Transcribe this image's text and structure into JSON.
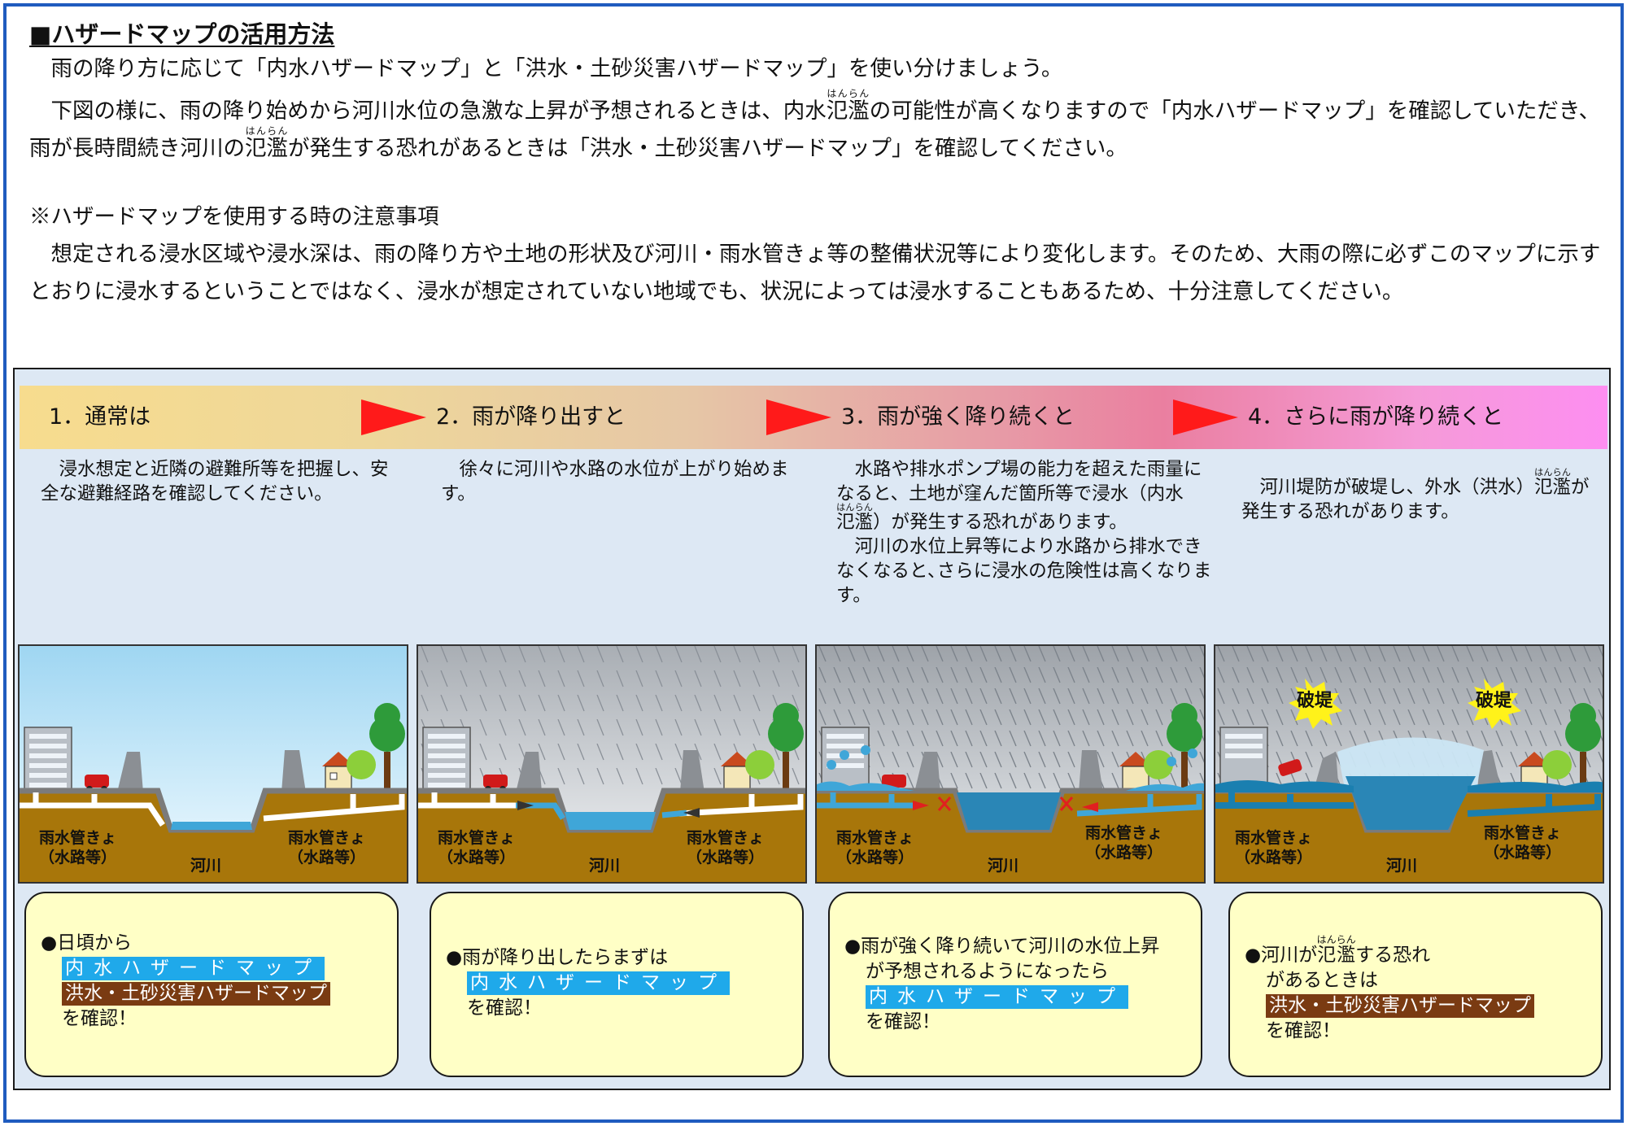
{
  "document": {
    "title": "■ハザードマップの活用方法",
    "p1": "雨の降り方に応じて「内水ハザードマップ」と「洪水・土砂災害ハザードマップ」を使い分けましょう。",
    "p2_a": "下図の様に、雨の降り始めから河川水位の急激な上昇が予想されるときは、内水",
    "p2_ruby1_base": "氾濫",
    "p2_ruby1_text": "はんらん",
    "p2_b": "の可能性が高くなりますので「内水ハザードマップ」を確認していただき、雨が長時間続き河川の",
    "p2_ruby2_base": "氾濫",
    "p2_ruby2_text": "はんらん",
    "p2_c": "が発生する恐れがあるときは「洪水・土砂災害ハザードマップ」を確認してください。",
    "note_title": "※ハザードマップを使用する時の注意事項",
    "note_body": "想定される浸水区域や浸水深は、雨の降り方や土地の形状及び河川・雨水管きょ等の整備状況等により変化します。そのため、大雨の際に必ずこのマップに示すとおりに浸水するということではなく、浸水が想定されていない地域でも、状況によっては浸水することもあるため、十分注意してください。"
  },
  "stages": [
    {
      "label": "1．通常は",
      "desc": "浸水想定と近隣の避難所等を把握し、安全な避難経路を確認してください。",
      "box_intro": "●日頃から",
      "box_tag1": "内水ハザードマップ",
      "box_tag2": "洪水・土砂災害ハザードマップ",
      "box_end": "を確認！"
    },
    {
      "label": "2．雨が降り出すと",
      "desc": "徐々に河川や水路の水位が上がり始めます。",
      "box_intro": "●雨が降り出したらまずは",
      "box_tag1": "内水ハザードマップ",
      "box_end": "を確認！"
    },
    {
      "label": "3．雨が強く降り続くと",
      "desc1_a": "水路や排水ポンプ場の能力を超えた雨量になると、土地が窪んだ箇所等で浸水（内水",
      "desc1_ruby_base": "氾濫",
      "desc1_ruby_text": "はんらん",
      "desc1_b": "）が発生する恐れがあります。",
      "desc2": "河川の水位上昇等により水路から排水できなくなると､さらに浸水の危険性は高くなります。",
      "box_intro": "●雨が強く降り続いて河川の水位上昇",
      "box_intro2": "が予想されるようになったら",
      "box_tag1": "内水ハザードマップ",
      "box_end": "を確認！"
    },
    {
      "label": "4．さらに雨が降り続くと",
      "desc_a": "河川堤防が破堤し、外水（洪水）",
      "desc_ruby_base": "氾濫",
      "desc_ruby_text": "はんらん",
      "desc_b": "が発生する恐れがあります。",
      "box_intro_a": "●河川が",
      "box_ruby_base": "氾濫",
      "box_ruby_text": "はんらん",
      "box_intro_b": "する恐れ",
      "box_intro2": "があるときは",
      "box_tag2": "洪水・土砂災害ハザードマップ",
      "box_end": "を確認！"
    }
  ],
  "scene_labels": {
    "pipe": "雨水管きょ",
    "pipe_sub": "（水路等）",
    "river": "河川",
    "break": "破堤"
  },
  "colors": {
    "frame": "#1f5bbf",
    "panel": "#dde8f4",
    "ground": "#a8760a",
    "water": "#3fa6d8",
    "flood": "#1a7fb0",
    "arrow": "#ff1a1a",
    "tag_blue": "#1fa9ea",
    "tag_brown": "#7a3b12",
    "box": "#ffffc6"
  }
}
